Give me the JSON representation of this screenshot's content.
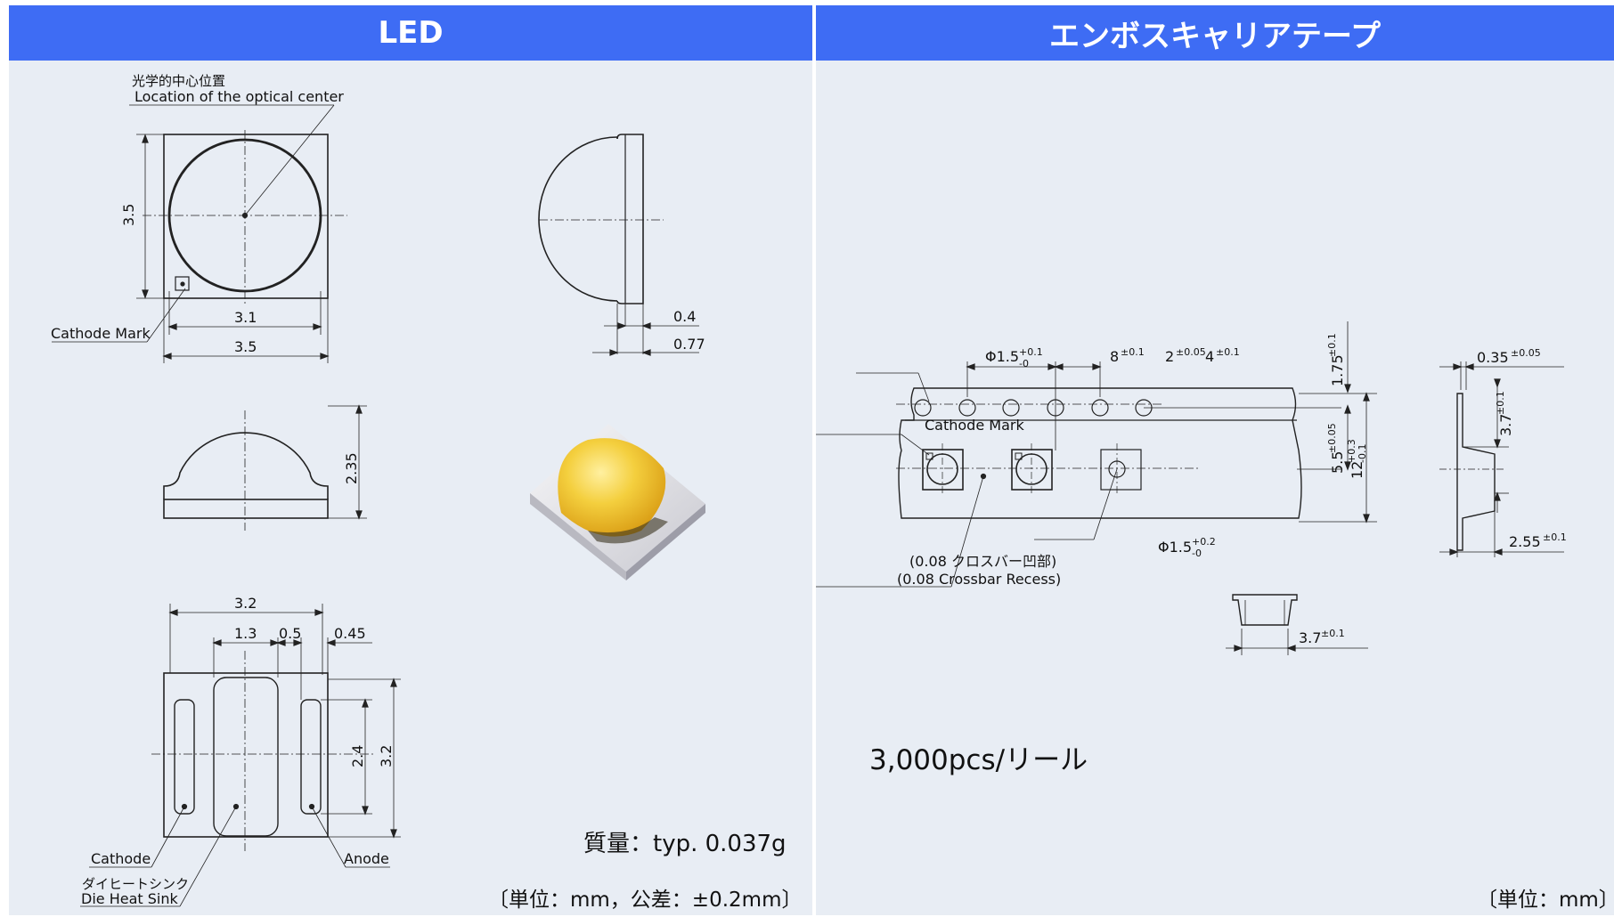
{
  "left_panel": {
    "header": "LED",
    "optical_center_jp": "光学的中心位置",
    "optical_center_en": "Location of the optical center",
    "cathode_mark": "Cathode Mark",
    "dims_top": {
      "side_h": "3.5",
      "inner_w": "3.1",
      "outer_w": "3.5"
    },
    "dims_side": {
      "lens_offset": "0.4",
      "total_offset": "0.77"
    },
    "dims_front": {
      "height": "2.35"
    },
    "dims_bottom": {
      "width": "3.2",
      "pad_w": "1.3",
      "gap": "0.5",
      "edge": "0.45",
      "pad_h": "2.4",
      "height": "3.2"
    },
    "cathode_label": "Cathode",
    "anode_label": "Anode",
    "heat_sink_jp": "ダイヒートシンク",
    "heat_sink_en": "Die Heat Sink",
    "mass": "質量：typ.  0.037g",
    "units": "〔単位：mm，公差：±0.2mm〕"
  },
  "right_panel": {
    "header": "エンボスキャリアテープ",
    "phi1": "Φ1.5",
    "phi1_tol_top": "+0.1",
    "phi1_tol_bot": "-0",
    "pitch8": "8",
    "pitch8_tol": "±0.1",
    "pitch2": "2",
    "pitch2_tol": "±0.05",
    "pitch4": "4",
    "pitch4_tol": "±0.1",
    "d175": "1.75",
    "d175_tol": "±0.1",
    "d55": "5.5",
    "d55_tol": "±0.05",
    "d12": "12",
    "d12_tol_top": "+0.3",
    "d12_tol_bot": "-0.1",
    "cathode_mark": "Cathode Mark",
    "phi2": "Φ1.5",
    "phi2_tol_top": "+0.2",
    "phi2_tol_bot": "-0",
    "crossbar_jp": "(0.08 クロスバー凹部)",
    "crossbar_en": "(0.08 Crossbar Recess)",
    "d035": "0.35",
    "d035_tol": "±0.05",
    "d37a": "3.7",
    "d37a_tol": "±0.1",
    "d255": "2.55",
    "d255_tol": "±0.1",
    "d37b": "3.7",
    "d37b_tol": "±0.1",
    "reel_qty": "3,000pcs/リール",
    "units": "〔単位：mm〕"
  }
}
